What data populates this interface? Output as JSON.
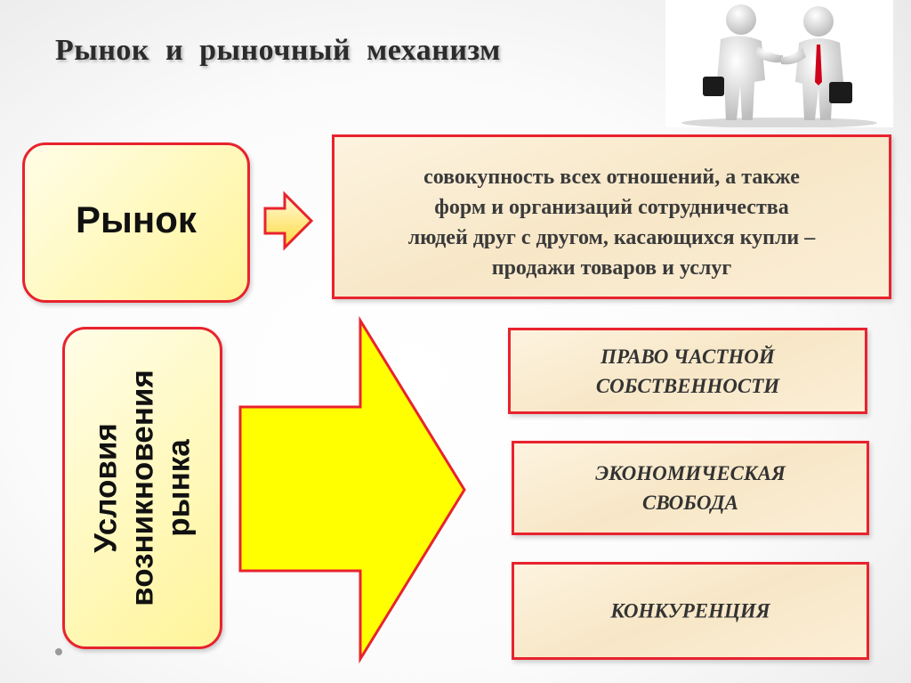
{
  "slide": {
    "title": "Рынок  и  рыночный  механизм"
  },
  "market": {
    "label": "Рынок",
    "definition_lines": [
      "совокупность всех отношений, а также",
      "форм и организаций сотрудничества",
      "людей друг с другом, касающихся купли –",
      "продажи товаров и услуг"
    ]
  },
  "conditions": {
    "lines": [
      "Условия",
      "возникновения",
      "рынка"
    ],
    "items": [
      {
        "lines": [
          "ПРАВО ЧАСТНОЙ",
          "СОБСТВЕННОСТИ"
        ]
      },
      {
        "lines": [
          "ЭКОНОМИЧЕСКАЯ",
          "СВОБОДА"
        ]
      },
      {
        "lines": [
          "КОНКУРЕНЦИЯ"
        ]
      }
    ]
  },
  "colors": {
    "border_accent": "#e8232e",
    "arrow_fill": "#ffff00",
    "box_yellow": "#fff8b8",
    "box_paper": "#f7e7c7"
  },
  "image": {
    "icon": "handshake-figures-icon"
  }
}
